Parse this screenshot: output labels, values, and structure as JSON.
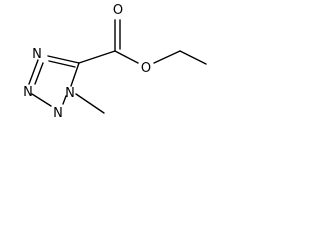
{
  "structure": {
    "atoms": {
      "n_ring_top_left": "N",
      "n_ring_bottom_left": "N",
      "n_ring_bottom": "N",
      "n_ring_right": "N",
      "o_carbonyl": "O",
      "o_ester": "O"
    }
  },
  "colors": {
    "bond": "#000000",
    "atom_label": "#000000",
    "background": "#ffffff"
  }
}
